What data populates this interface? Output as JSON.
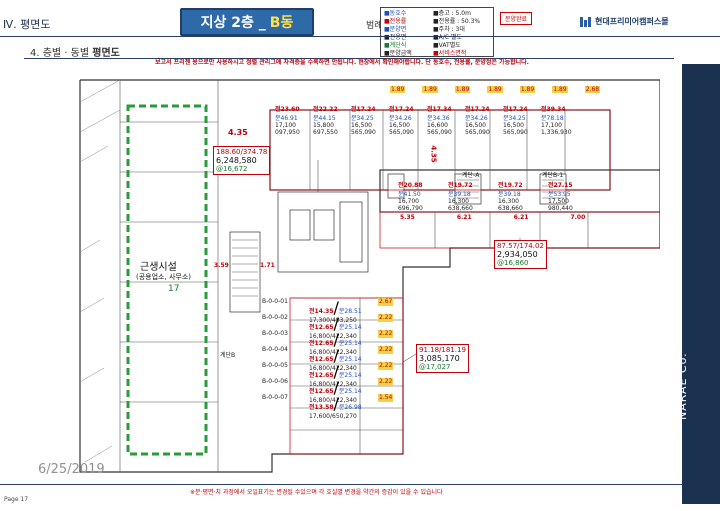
{
  "header": {
    "section": "Ⅳ. 평면도",
    "title_prefix": "지상 2층 _",
    "title_building": "B동",
    "legend_word": "범례",
    "legend_col1": [
      "■동호수",
      "■전용률",
      "■분양면",
      "■전용면",
      "■계단식",
      "■분양금액"
    ],
    "legend_col2": [
      "■층고 : 5.0m",
      "■전용률 : 50.3%",
      "■주차 : 3대",
      "■A/C 별도",
      "■VAT별도",
      "■서비스면적"
    ],
    "legend_badge": "분양완료",
    "logo_text": "현대프리미어캠퍼스몰"
  },
  "subheading": {
    "prefix": "4. 층별 · 동별",
    "bold": "평면도"
  },
  "plan": {
    "top_note": "보고서 프리젠 용으로만 사용하시고 정렬 관리그에 자격증을 수록하면 안됩니다. 현장에서 확인해야합니다. 단 동호수, 전용률, 분양정은 가능합니다.",
    "left_block_title": "근생시설",
    "left_block_sub": "(공용업소, 사무소)",
    "left_block_num": "17",
    "corner_label": "4.35",
    "keybox_top": {
      "r": "188.60/374.78",
      "k": "6,248,580",
      "g": "@16,672"
    },
    "keybox_mid": {
      "r": "87.57/174.02",
      "k": "2,934,050",
      "g": "@16,860"
    },
    "keybox_low": {
      "r": "91.18/181.19",
      "k": "3,085,170",
      "g": "@17,027"
    },
    "top_units": [
      {
        "r": "전23.60",
        "b": "분46.91",
        "k1": "17,100",
        "k2": "097,950"
      },
      {
        "r": "전22.22",
        "b": "분44.15",
        "k1": "15,800",
        "k2": "697,550"
      },
      {
        "r": "전17.24",
        "b": "분34.25",
        "k1": "16,500",
        "k2": "565,090"
      },
      {
        "r": "전17.24",
        "b": "분34.26",
        "k1": "16,500",
        "k2": "565,090"
      },
      {
        "r": "전17.34",
        "b": "분34.36",
        "k1": "16,600",
        "k2": "565,090"
      },
      {
        "r": "전17.24",
        "b": "분34.26",
        "k1": "16,500",
        "k2": "565,090"
      },
      {
        "r": "전17.24",
        "b": "분34.25",
        "k1": "16,500",
        "k2": "565,090"
      },
      {
        "r": "전39.34",
        "b": "분78.18",
        "k1": "17,100",
        "k2": "1,336,930"
      }
    ],
    "mid_units": [
      {
        "r": "전20.88",
        "b": "분41.50",
        "k1": "16,700",
        "k2": "696,790"
      },
      {
        "r": "전19.72",
        "b": "분39.18",
        "k1": "16,300",
        "k2": "638,660"
      },
      {
        "r": "전19.72",
        "b": "분39.18",
        "k1": "16,300",
        "k2": "638,660"
      },
      {
        "r": "전27.15",
        "b": "분53.95",
        "k1": "17,500",
        "k2": "980,440"
      }
    ],
    "lower_units": [
      {
        "code": "B-0-0-01",
        "r": "전14.35",
        "b": "분28.51",
        "k": "17,300/493,250",
        "side": "2.67"
      },
      {
        "code": "B-0-0-02",
        "r": "전12.65",
        "b": "분25.14",
        "k": "16,800/422,340",
        "side": "2.22"
      },
      {
        "code": "B-0-0-03",
        "r": "전12.65",
        "b": "분25.14",
        "k": "16,800/422,340",
        "side": "2.22"
      },
      {
        "code": "B-0-0-04",
        "r": "전12.65",
        "b": "분25.14",
        "k": "16,800/422,340",
        "side": "2.22"
      },
      {
        "code": "B-0-0-05",
        "r": "전12.65",
        "b": "분25.14",
        "k": "16,800/422,340",
        "side": "2.22"
      },
      {
        "code": "B-0-0-06",
        "r": "전12.65",
        "b": "분25.14",
        "k": "16,800/422,340",
        "side": "2.22"
      },
      {
        "code": "B-0-0-07",
        "r": "전13.58",
        "b": "분26.98",
        "k": "17,600/650,270",
        "side": "1.54"
      }
    ],
    "top_dims": [
      "1.89",
      "1.89",
      "1.89",
      "1.89",
      "1.89",
      "1.89",
      "2.68"
    ],
    "bottom_dims": [
      "5.35",
      "6.21",
      "6.21",
      "7.00"
    ],
    "stair_a": "계단-A",
    "stair_b": "계단B-1",
    "dim_left": "3.59",
    "dim_left2": "1.71",
    "dim_mid": "4.35",
    "entry_label": "계단B"
  },
  "footer": {
    "date": "6/25/2019",
    "page": "Page 17",
    "note": "※분·평면·치 과정에서 오일표기는 변경될 수있으며 각 호실별 변경을 약간의 증감이 있을 수 있습니다"
  },
  "sidebar": {
    "brand": "NARAE Co."
  },
  "colors": {
    "header_blue": "#2f6aa8",
    "navy": "#1b3150",
    "red": "#c0000a",
    "green_dash": "#2a9b3a",
    "blue_text": "#1d4ec0"
  }
}
